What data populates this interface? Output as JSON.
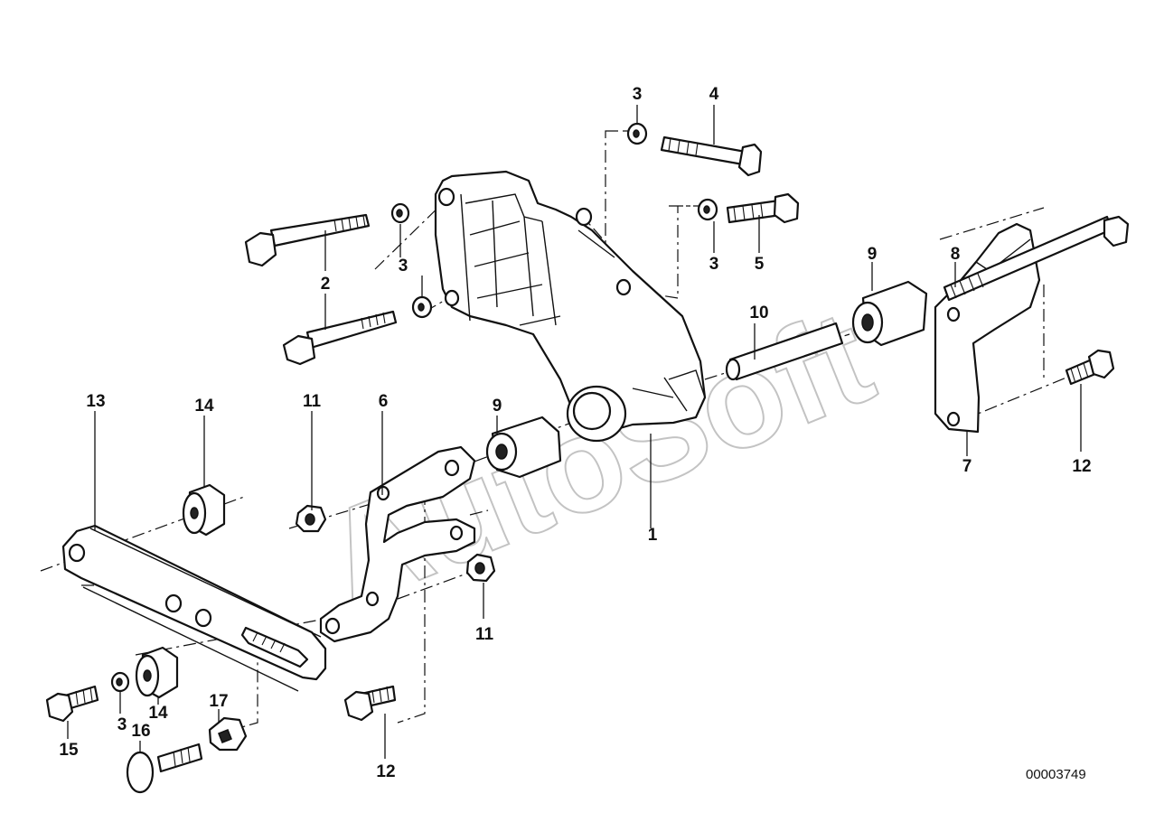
{
  "diagram": {
    "callouts": [
      {
        "id": "c1",
        "text": "1"
      },
      {
        "id": "c2",
        "text": "2"
      },
      {
        "id": "c3a",
        "text": "3"
      },
      {
        "id": "c3b",
        "text": "3"
      },
      {
        "id": "c3c",
        "text": "3"
      },
      {
        "id": "c3d",
        "text": "3"
      },
      {
        "id": "c4",
        "text": "4"
      },
      {
        "id": "c5",
        "text": "5"
      },
      {
        "id": "c6",
        "text": "6"
      },
      {
        "id": "c7",
        "text": "7"
      },
      {
        "id": "c8",
        "text": "8"
      },
      {
        "id": "c9a",
        "text": "9"
      },
      {
        "id": "c9b",
        "text": "9"
      },
      {
        "id": "c10",
        "text": "10"
      },
      {
        "id": "c11a",
        "text": "11"
      },
      {
        "id": "c11b",
        "text": "11"
      },
      {
        "id": "c12a",
        "text": "12"
      },
      {
        "id": "c12b",
        "text": "12"
      },
      {
        "id": "c13",
        "text": "13"
      },
      {
        "id": "c14a",
        "text": "14"
      },
      {
        "id": "c14b",
        "text": "14"
      },
      {
        "id": "c15",
        "text": "15"
      },
      {
        "id": "c16",
        "text": "16"
      },
      {
        "id": "c17",
        "text": "17"
      }
    ],
    "document_number": "00003749",
    "watermark": "AutoSoft"
  }
}
